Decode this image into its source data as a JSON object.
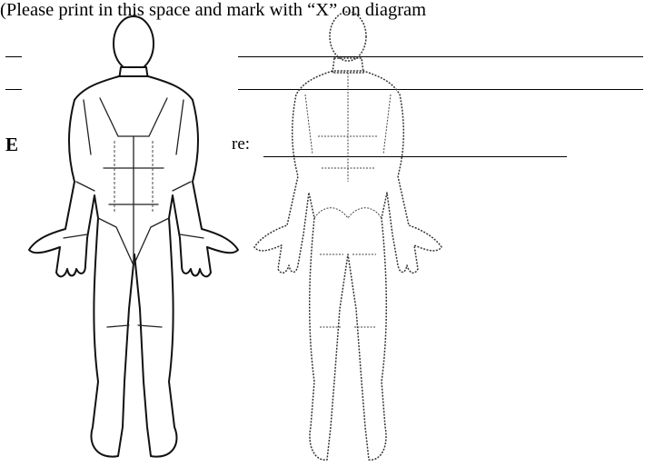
{
  "form": {
    "instruction_start": "(Ple",
    "instruction_end": "ase print in this space and mark with “X” on diagram",
    "field_label": "E",
    "field_label_tail": "re:"
  },
  "diagram": {
    "front_view": "front-body-outline",
    "back_view": "back-body-outline"
  }
}
